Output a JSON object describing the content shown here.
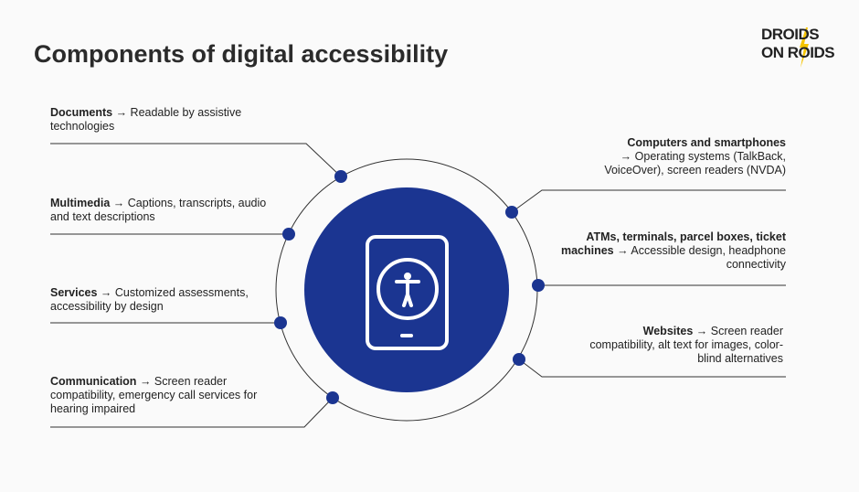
{
  "title": "Components of digital accessibility",
  "logo": {
    "line1": "DROIDS",
    "line2": "ON ROIDS"
  },
  "arrow": "→",
  "colors": {
    "accent": "#1b3591",
    "line": "#333333",
    "bolt": "#f5c400"
  },
  "center_icon": "phone-accessibility-icon",
  "left_items": [
    {
      "name": "Documents",
      "desc": "Readable by assistive technologies"
    },
    {
      "name": "Multimedia",
      "desc": "Captions, transcripts, audio and text descriptions"
    },
    {
      "name": "Services",
      "desc": "Customized assessments, accessibility by design"
    },
    {
      "name": "Communication",
      "desc": "Screen reader compatibility, emergency call services for hearing impaired"
    }
  ],
  "right_items": [
    {
      "name": "Computers and smartphones",
      "desc": "Operating systems (TalkBack, VoiceOver), screen readers (NVDA)"
    },
    {
      "name": "ATMs, terminals, parcel boxes, ticket machines",
      "desc": "Accessible design, headphone connectivity"
    },
    {
      "name": "Websites",
      "desc": "Screen reader compatibility, alt text for images, color-blind alternatives"
    }
  ]
}
